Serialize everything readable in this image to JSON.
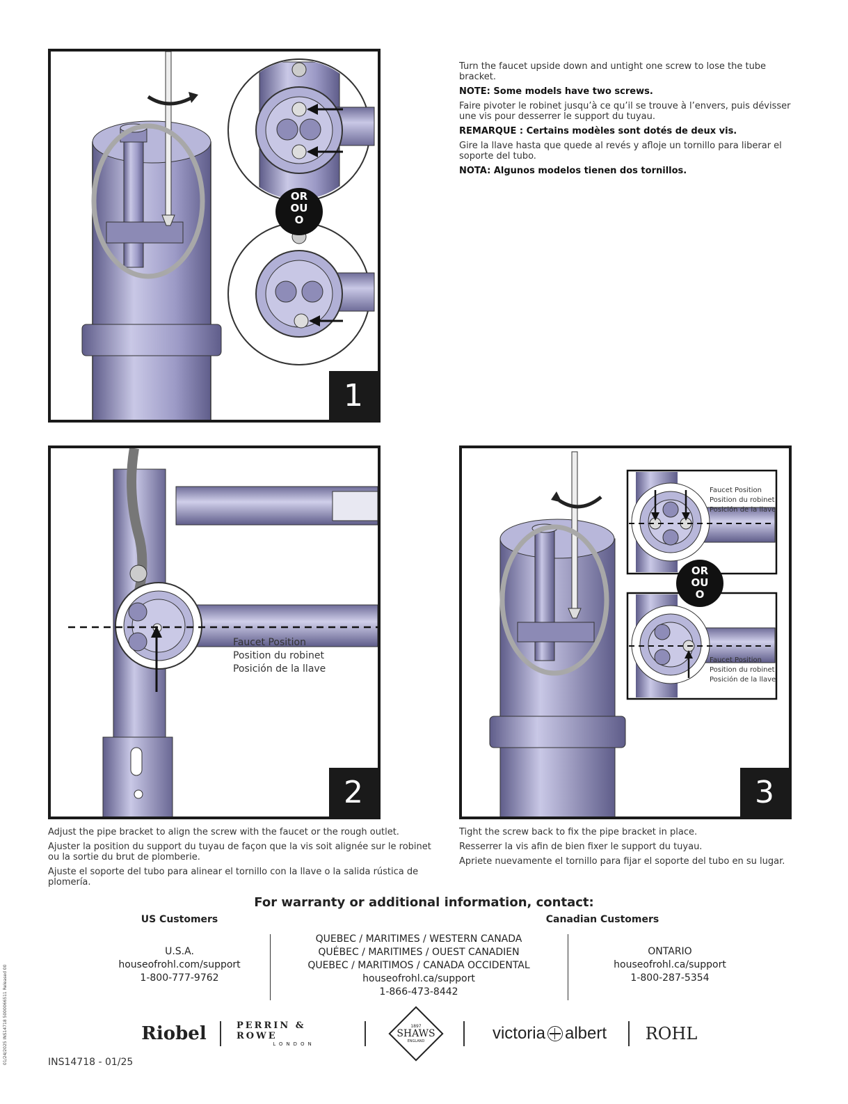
{
  "step1": {
    "number": "1",
    "or_badge": [
      "OR",
      "OU",
      "O"
    ],
    "text": [
      {
        "text": "Turn the faucet upside down and untight one screw to lose the tube bracket.",
        "bold": false
      },
      {
        "text": "NOTE: Some models have two screws.",
        "bold": true
      },
      {
        "text": "Faire pivoter le robinet jusqu’à ce qu’il se trouve à l’envers, puis dévisser une vis pour desserrer le support du tuyau.",
        "bold": false
      },
      {
        "text": "REMARQUE : Certains modèles sont dotés de deux vis.",
        "bold": true
      },
      {
        "text": "Gire la llave hasta que quede al revés y afloje un tornillo para liberar el soporte del tubo.",
        "bold": false
      },
      {
        "text": "NOTA: Algunos modelos tienen dos tornillos.",
        "bold": true
      }
    ]
  },
  "step2": {
    "number": "2",
    "position_labels": [
      "Faucet Position",
      "Position du robinet",
      "Posición de la llave"
    ],
    "text": [
      "Adjust the pipe bracket to align the screw with the faucet or the rough outlet.",
      "Ajuster la position du support du tuyau de façon que la vis soit alignée sur le robinet ou la sortie du brut de plomberie.",
      "Ajuste el soporte del tubo para alinear el tornillo con la llave o la salida rústica de plomería."
    ]
  },
  "step3": {
    "number": "3",
    "or_badge": [
      "OR",
      "OU",
      "O"
    ],
    "position_labels": [
      "Faucet Position",
      "Position du robinet",
      "Posición de la llave"
    ],
    "text": [
      "Tight the screw back to fix the pipe bracket in place.",
      "Resserrer la vis afin de bien fixer le support du tuyau.",
      "Apriete nuevamente el tornillo para fijar el soporte del tubo en su lugar."
    ]
  },
  "contact": {
    "title": "For warranty or additional information, contact:",
    "us_heading": "US Customers",
    "ca_heading": "Canadian Customers",
    "us_lines": [
      "U.S.A.",
      "houseofrohl.com/support",
      "1-800-777-9762"
    ],
    "quebec_lines": [
      "QUEBEC / MARITIMES / WESTERN CANADA",
      "QUÉBEC / MARITIMES / OUEST CANADIEN",
      "QUEBEC / MARITIMOS / CANADA OCCIDENTAL",
      "houseofrohl.ca/support",
      "1-866-473-8442"
    ],
    "ontario_lines": [
      "ONTARIO",
      "houseofrohl.ca/support",
      "1-800-287-5354"
    ]
  },
  "brands": {
    "riobel": "Riobel",
    "perrin_rowe": "PERRIN & ROWE",
    "perrin_rowe_sub": "LONDON",
    "shaws_year": "1897",
    "shaws": "SHAWS",
    "shaws_sub": "ENGLAND",
    "victoria_left": "victoria",
    "victoria_right": "albert",
    "rohl": "ROHL"
  },
  "footer": {
    "doc_code": "INS14718 - 01/25",
    "side_code": "01/24/2025 INS14718 5000066511 Released 00"
  },
  "colors": {
    "panel_border": "#1a1a1a",
    "faucet_body": "#9a98c4",
    "faucet_shade": "#6e6c98",
    "highlight_oval": "#a8a8a8"
  }
}
